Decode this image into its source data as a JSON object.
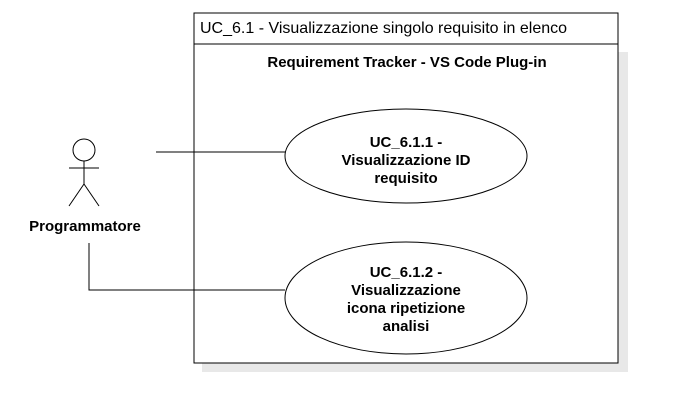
{
  "diagram": {
    "frame_title": "UC_6.1 - Visualizzazione singolo requisito in elenco",
    "system_title": "Requirement Tracker - VS Code Plug-in",
    "actor": {
      "name": "Programmatore"
    },
    "use_cases": [
      {
        "lines": [
          "UC_6.1.1 -",
          "Visualizzazione ID",
          "requisito"
        ]
      },
      {
        "lines": [
          "UC_6.1.2 -",
          "Visualizzazione",
          "icona ripetizione",
          "analisi"
        ]
      }
    ]
  }
}
